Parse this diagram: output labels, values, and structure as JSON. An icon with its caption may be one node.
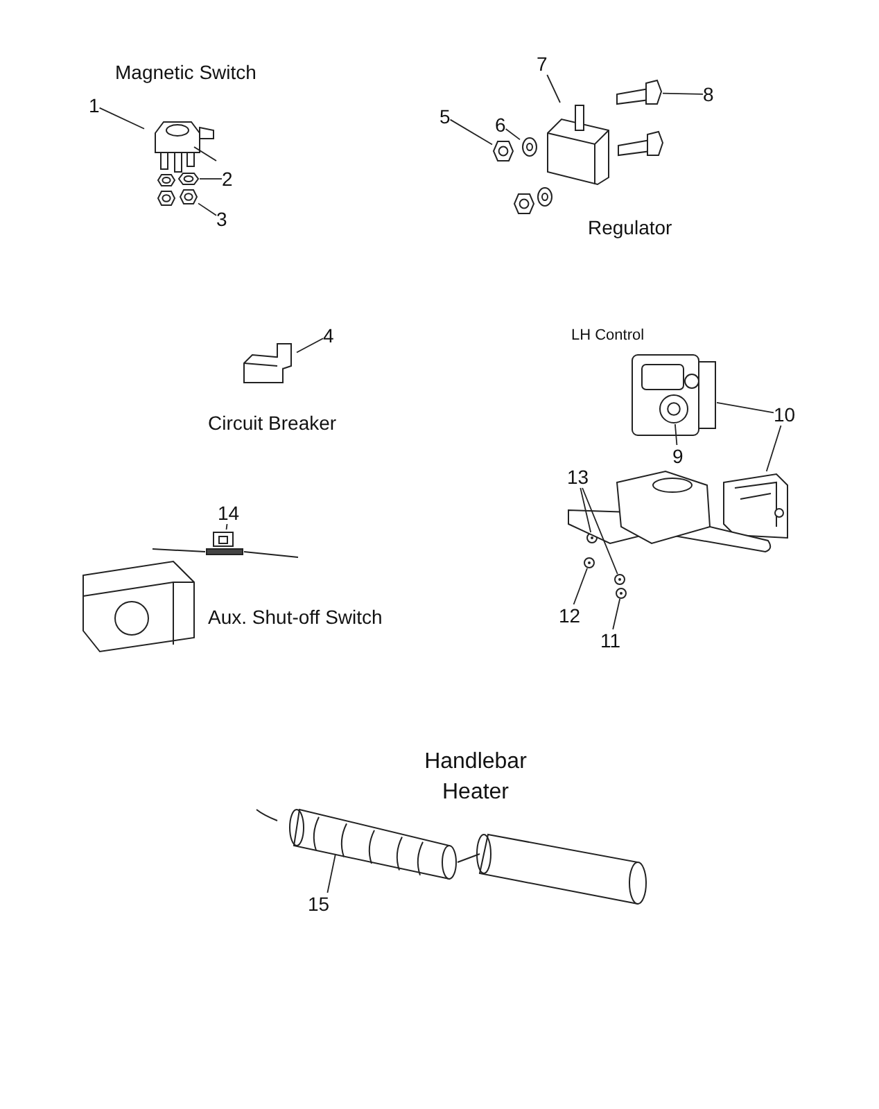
{
  "diagram": {
    "nodes": [
      {
        "text": [
          "1"
        ]
      },
      {
        "text": [],
        "shape": "picture"
      },
      {
        "text": [
          "2"
        ]
      },
      {
        "text": [],
        "shape": "picture"
      },
      {
        "text": [
          "3"
        ]
      },
      {
        "text": [],
        "shape": "picture"
      },
      {
        "text": [
          "5"
        ]
      },
      {
        "text": [],
        "shape": "picture"
      },
      {
        "text": [
          "6"
        ]
      },
      {
        "text": [],
        "shape": "picture"
      },
      {
        "text": [
          "7"
        ]
      },
      {
        "text": [],
        "shape": "picture"
      },
      {
        "text": [
          "8"
        ]
      },
      {
        "text": [],
        "shape": "picture"
      },
      {
        "text": [
          "4"
        ]
      },
      {
        "text": [],
        "shape": "picture"
      },
      {
        "text": [
          "10"
        ]
      },
      {
        "text": [
          "9"
        ]
      },
      {
        "text": [],
        "shape": "picture",
        "in": 19
      },
      {
        "text": [],
        "shape": "picture"
      },
      {
        "text": [],
        "shape": "picture"
      },
      {
        "text": [
          "13"
        ]
      },
      {
        "text": [],
        "shape": "circle"
      },
      {
        "text": [],
        "shape": "circle"
      },
      {
        "text": [
          "12"
        ]
      },
      {
        "text": [],
        "shape": "circle"
      },
      {
        "text": [
          "11"
        ]
      },
      {
        "text": [],
        "shape": "circle"
      },
      {
        "text": [
          "14"
        ]
      },
      {
        "text": [],
        "shape": "picture"
      },
      {
        "text": [
          "15"
        ]
      },
      {
        "text": [],
        "shape": "picture"
      },
      {
        "text": [],
        "shape": "picture"
      }
    ],
    "edges": [
      {
        "from": 0,
        "to": 1,
        "arrow": "none"
      },
      {
        "from": 2,
        "to": 3,
        "arrow": "none"
      },
      {
        "from": 4,
        "to": 5,
        "arrow": "none"
      },
      {
        "from": 6,
        "to": 7,
        "arrow": "none"
      },
      {
        "from": 8,
        "to": 9,
        "arrow": "none"
      },
      {
        "from": 10,
        "to": 11,
        "arrow": "none"
      },
      {
        "from": 12,
        "to": 13,
        "arrow": "none"
      },
      {
        "from": 14,
        "to": 15,
        "arrow": "none"
      },
      {
        "from": 16,
        "to": 19,
        "arrow": "none"
      },
      {
        "from": 16,
        "to": 20,
        "arrow": "none"
      },
      {
        "from": 17,
        "to": 18,
        "arrow": "none"
      },
      {
        "from": 21,
        "to": 22,
        "arrow": "none"
      },
      {
        "from": 21,
        "to": 23,
        "arrow": "none"
      },
      {
        "from": 24,
        "to": 25,
        "arrow": "none"
      },
      {
        "from": 26,
        "to": 27,
        "arrow": "none"
      },
      {
        "from": 28,
        "to": 29,
        "arrow": "none"
      },
      {
        "from": 30,
        "to": 31,
        "arrow": "none"
      }
    ],
    "labels": [
      "Magnetic Switch",
      "Regulator",
      "Circuit Breaker",
      "LH Control",
      "Aux. Shut-off Switch",
      "Handlebar Heater"
    ]
  }
}
